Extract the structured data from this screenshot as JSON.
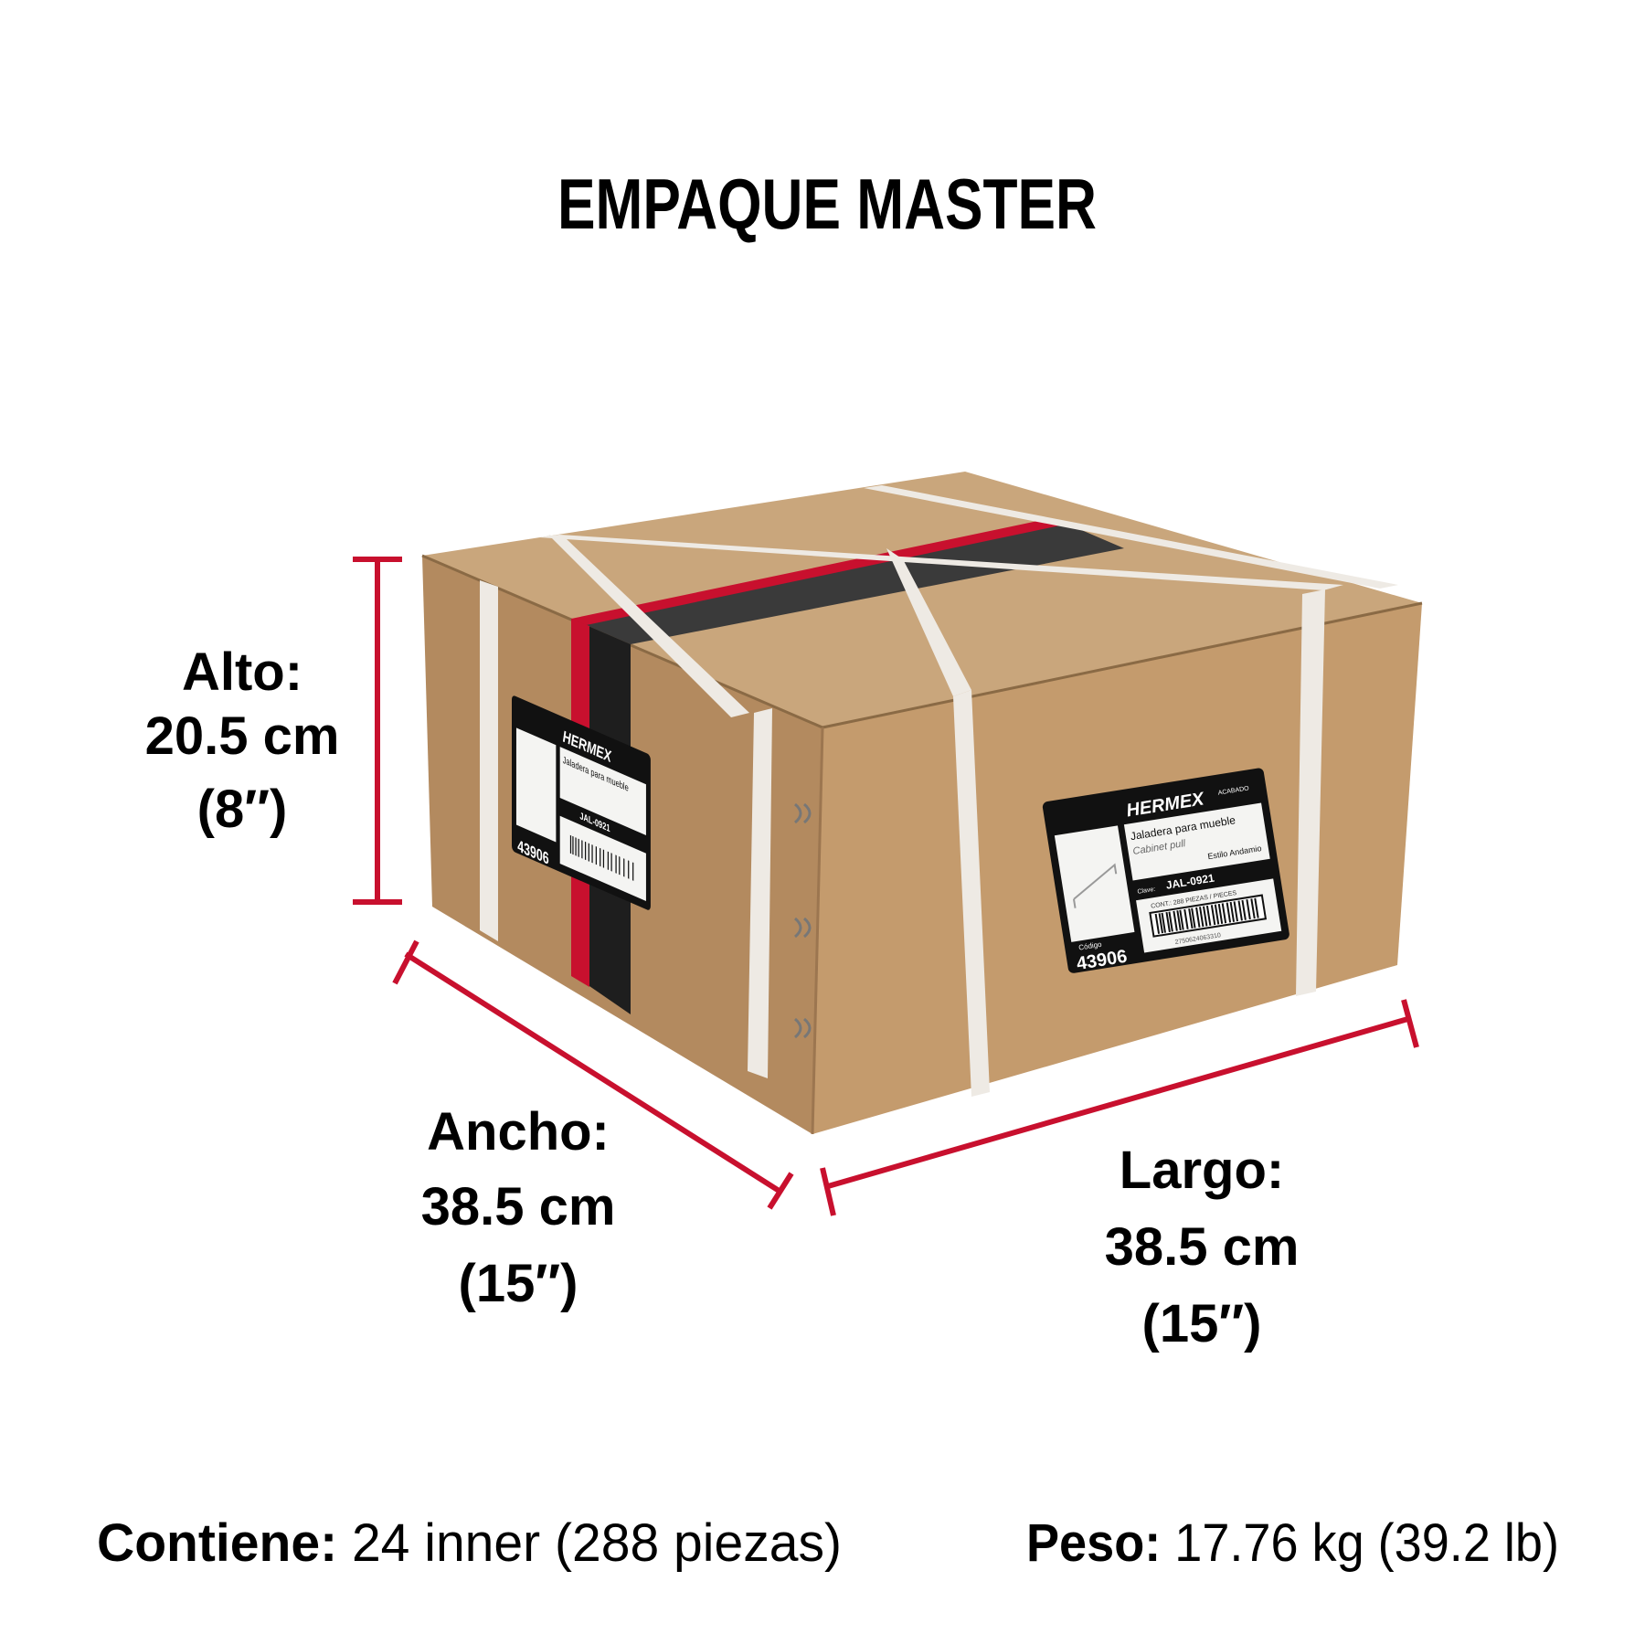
{
  "title": "EMPAQUE MASTER",
  "dimensions": {
    "alto": {
      "label": "Alto:",
      "metric": "20.5 cm",
      "imperial": "(8″)"
    },
    "ancho": {
      "label": "Ancho:",
      "metric": "38.5 cm",
      "imperial": "(15″)"
    },
    "largo": {
      "label": "Largo:",
      "metric": "38.5 cm",
      "imperial": "(15″)"
    }
  },
  "footer": {
    "contiene_label": "Contiene:",
    "contiene_value": "24 inner (288 piezas)",
    "peso_label": "Peso:",
    "peso_value": "17.76 kg (39.2 lb)"
  },
  "box_label": {
    "brand": "HERMEX",
    "finish": "ACABADO",
    "product_es": "Jaladera para mueble",
    "product_en": "Cabinet pull",
    "style": "Estilo Andamio",
    "clave_label": "Clave:",
    "clave": "JAL-0921",
    "contents": "CONT.: 288 PIEZAS / PIECES",
    "barcode_number": "2750624063310",
    "codigo_label": "Código",
    "codigo": "43906"
  },
  "colors": {
    "accent": "#c8102e",
    "cardboard_top": "#c9a67c",
    "cardboard_left": "#b38a5f",
    "cardboard_front": "#c49b6d",
    "text": "#000000"
  }
}
